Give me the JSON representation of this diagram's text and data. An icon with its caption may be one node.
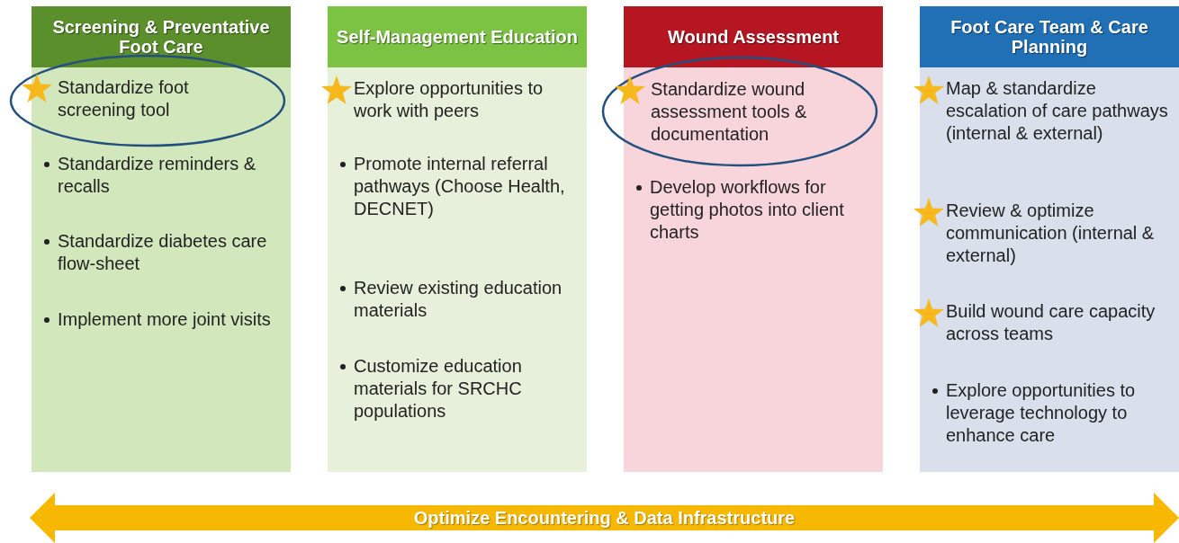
{
  "diagram": {
    "nodes": [
      {
        "text": [
          "Screening & Preventative Foot Care",
          "Standardize reminders & recalls",
          "Standardize diabetes care flow-sheet",
          "Implement more joint visits"
        ]
      },
      {
        "text": [
          "Standardize foot screening tool"
        ]
      },
      {
        "text": [
          "Self-Management Education",
          "Explore opportunities to work with peers",
          "Promote internal referral pathways (Choose Health, DECNET)",
          "Review existing education materials",
          "Customize education materials for SRCHC populations"
        ]
      },
      {
        "text": [
          "Wound Assessment",
          "Develop workflows for getting photos into client charts"
        ]
      },
      {
        "text": [
          "Standardize wound assessment tools & documentation"
        ]
      },
      {
        "text": [
          "Foot Care Team & Care Planning",
          "Map & standardize escalation of care pathways (internal & external)",
          "Review & optimize communication (internal & external)",
          "Build wound care capacity across teams",
          "Explore opportunities to leverage technology to enhance care"
        ]
      },
      {
        "text": [
          "Optimize Encountering & Data Infrastructure"
        ]
      }
    ]
  }
}
